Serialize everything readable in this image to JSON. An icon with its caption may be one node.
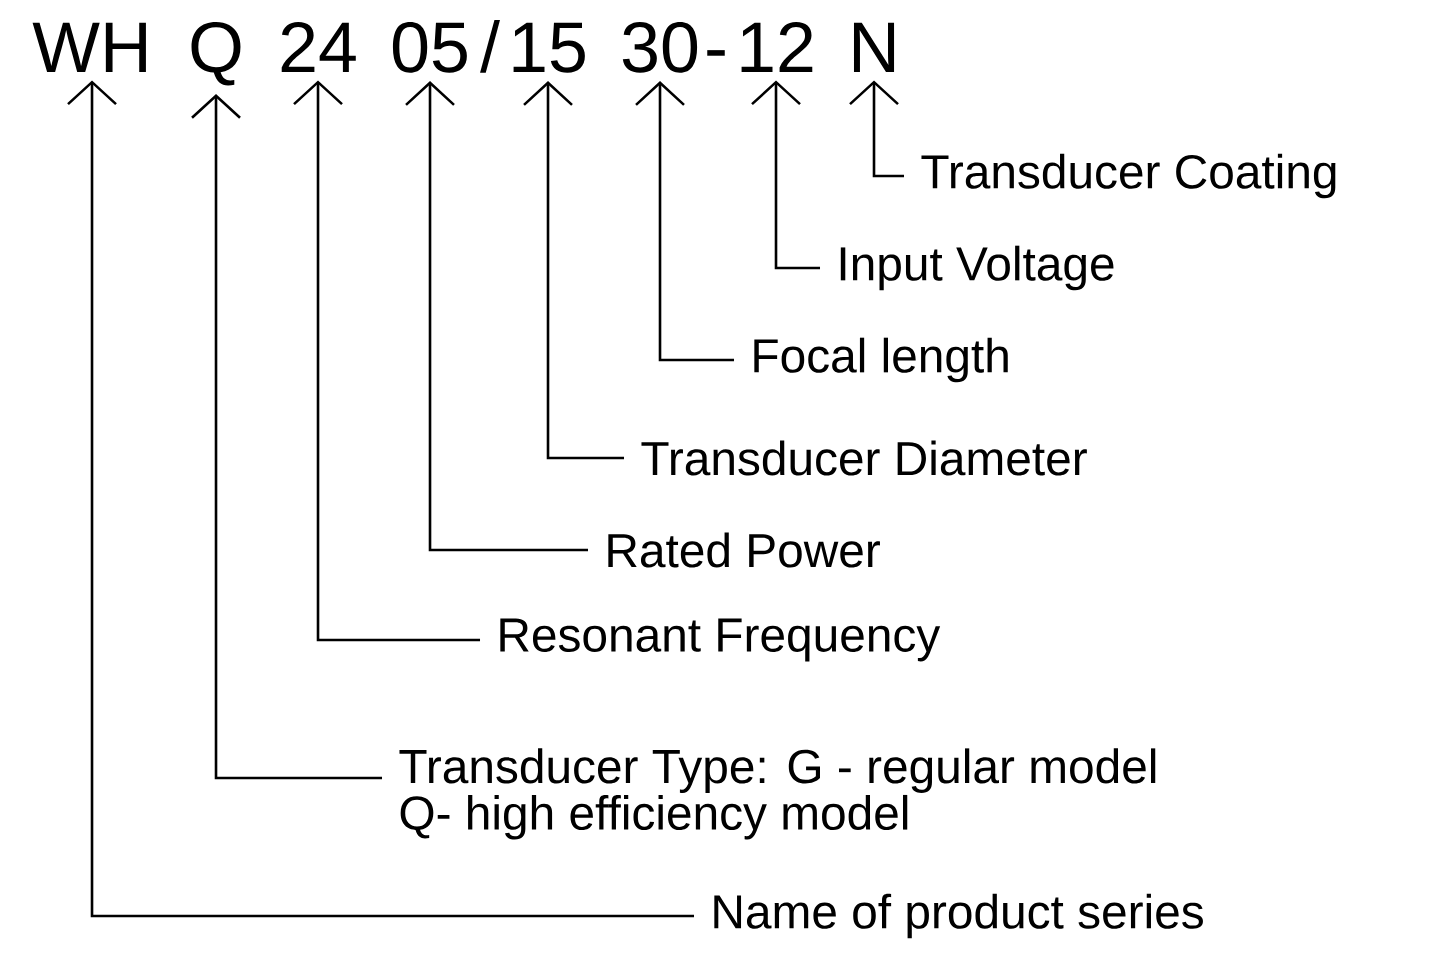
{
  "diagram": {
    "nodes": [
      {
        "text": [
          "WH"
        ]
      },
      {
        "text": [
          "Q"
        ]
      },
      {
        "text": [
          "24"
        ]
      },
      {
        "text": [
          "05"
        ]
      },
      {
        "text": [
          "15"
        ]
      },
      {
        "text": [
          "30"
        ]
      },
      {
        "text": [
          "12"
        ]
      },
      {
        "text": [
          "N"
        ]
      },
      {
        "text": [
          "Transducer Coating"
        ]
      },
      {
        "text": [
          "Input Voltage"
        ]
      },
      {
        "text": [
          "Focal length"
        ]
      },
      {
        "text": [
          "Transducer Diameter"
        ]
      },
      {
        "text": [
          "Rated Power"
        ]
      },
      {
        "text": [
          "Resonant Frequency"
        ]
      },
      {
        "text": [
          "Transducer Type: G - regular model",
          "Q- high efficiency model"
        ]
      },
      {
        "text": [
          "Name of product series"
        ]
      }
    ],
    "edges": [
      {
        "from": 8,
        "to": 7,
        "arrow": "to"
      },
      {
        "from": 9,
        "to": 6,
        "arrow": "to"
      },
      {
        "from": 10,
        "to": 5,
        "arrow": "to"
      },
      {
        "from": 11,
        "to": 4,
        "arrow": "to"
      },
      {
        "from": 12,
        "to": 3,
        "arrow": "to"
      },
      {
        "from": 13,
        "to": 2,
        "arrow": "to"
      },
      {
        "from": 14,
        "to": 1,
        "arrow": "to"
      },
      {
        "from": 15,
        "to": 0,
        "arrow": "to"
      }
    ],
    "labels": [
      "/",
      "-"
    ]
  }
}
